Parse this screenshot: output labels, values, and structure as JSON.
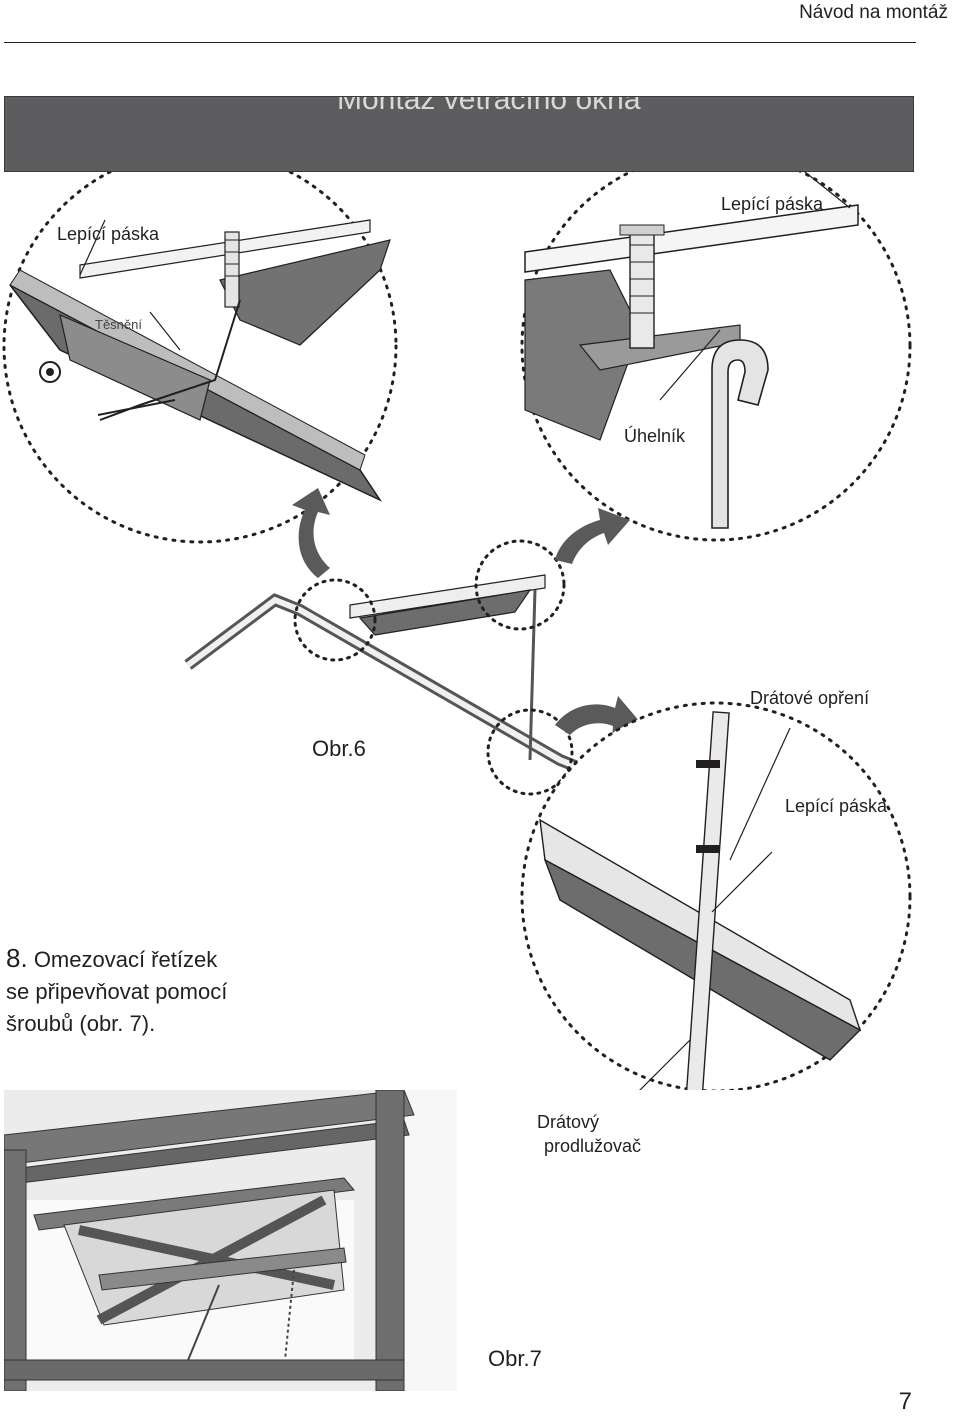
{
  "header": {
    "title": "Návod na montáž"
  },
  "banner": {
    "title": "Montáž větracího okna"
  },
  "labels": {
    "lepici_paska_left": "Lepící páska",
    "tesneni": "Těsnění",
    "lepici_paska_right": "Lepící páska",
    "uhelnik": "Úhelník",
    "dratove_opreni": "Drátové opření",
    "lepici_paska_lower": "Lepící páska",
    "dratovy": "Drátový",
    "prodluzovac": "prodlužovač"
  },
  "figures": {
    "obr6": "Obr.6",
    "obr7": "Obr.7"
  },
  "step": {
    "number": "8.",
    "line1": "Omezovací řetízek",
    "line2": "se připevňovat pomocí",
    "line3": "šroubů (obr. 7)."
  },
  "page_number": "7",
  "colors": {
    "banner": "#5d5d5f",
    "banner_text": "#d9d9d9",
    "arrow": "#5a5a5a",
    "photo_frame": "#707070"
  }
}
